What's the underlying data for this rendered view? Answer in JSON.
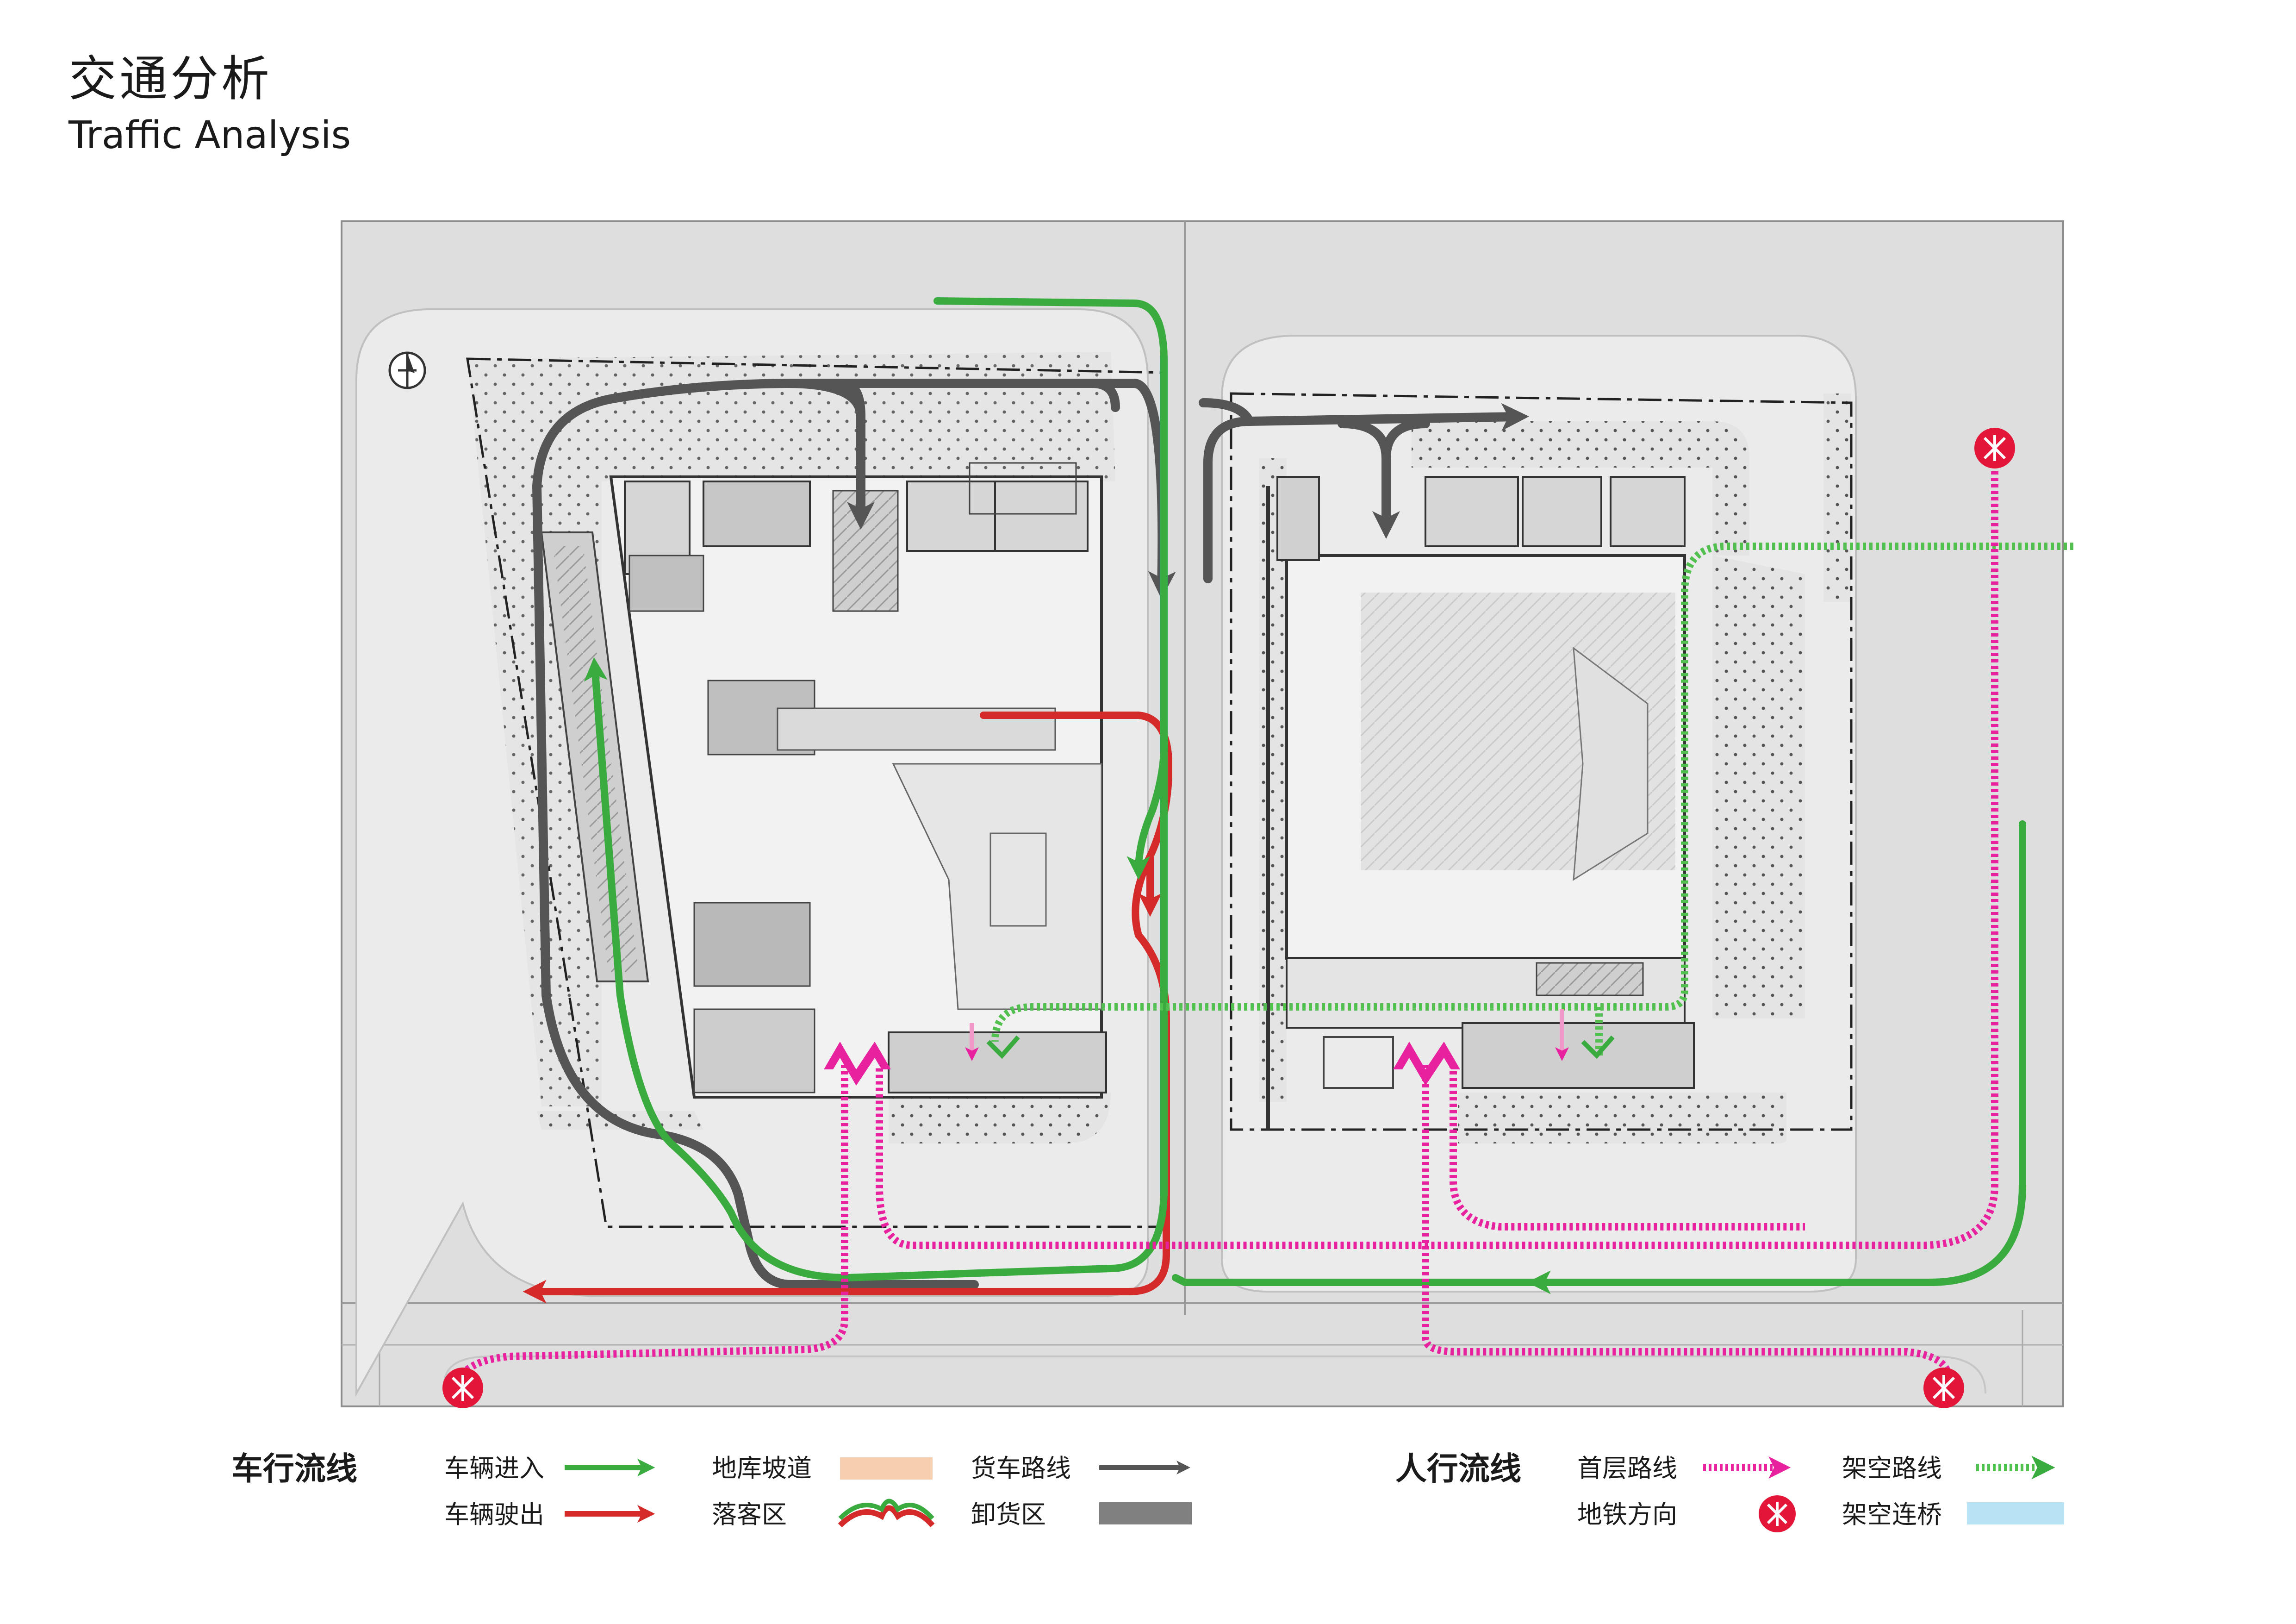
{
  "header": {
    "title_zh": "交通分析",
    "title_en": "Traffic Analysis"
  },
  "legend": {
    "vehicle": {
      "heading": "车行流线",
      "items": [
        {
          "label": "车辆进入",
          "symbol": "green-arrow"
        },
        {
          "label": "车辆驶出",
          "symbol": "red-arrow"
        },
        {
          "label": "地库坡道",
          "symbol": "peach-block"
        },
        {
          "label": "落客区",
          "symbol": "dropoff-curve"
        },
        {
          "label": "货车路线",
          "symbol": "dark-arrow"
        },
        {
          "label": "卸货区",
          "symbol": "grey-block"
        }
      ]
    },
    "pedestrian": {
      "heading": "人行流线",
      "items": [
        {
          "label": "首层路线",
          "symbol": "pink-dashed-arrow"
        },
        {
          "label": "地铁方向",
          "symbol": "metro-icon"
        },
        {
          "label": "架空路线",
          "symbol": "green-dotted-arrow"
        },
        {
          "label": "架空连桥",
          "symbol": "lightblue-block"
        }
      ]
    }
  },
  "colors": {
    "vehicle_in": "#3aab3f",
    "vehicle_out": "#d42a2a",
    "truck_route": "#555555",
    "ramp": "#f6cfb0",
    "unloading": "#808080",
    "ground_route": "#e8219e",
    "elevated_route": "#52c04f",
    "sky_bridge": "#b7e3f5",
    "metro": "#e3163a",
    "site_grey": "#dcdcdc",
    "building_fill": "#f0f0f0"
  }
}
